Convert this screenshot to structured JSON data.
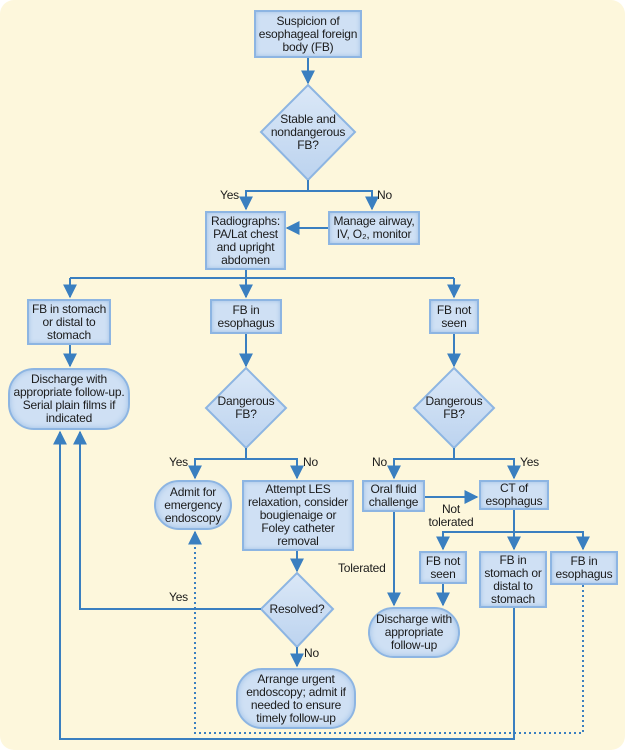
{
  "nodes": {
    "start": "Suspicion of esophageal foreign body (FB)",
    "stable_q": "Stable and nondangerous FB?",
    "radiographs": "Radiographs: PA/Lat chest and upright abdomen",
    "manage": "Manage airway, IV, O₂, monitor",
    "fb_stomach": "FB in stomach or distal to stomach",
    "fb_esophagus": "FB in esophagus",
    "fb_not_seen": "FB not seen",
    "discharge_serial": "Discharge with appropriate follow-up. Serial plain films if indicated",
    "dangerous_q1": "Dangerous FB?",
    "dangerous_q2": "Dangerous FB?",
    "admit": "Admit for emergency endoscopy",
    "attempt_les": "Attempt LES relaxation, consider bougienaige or Foley catheter removal",
    "oral_fluid": "Oral fluid challenge",
    "ct": "CT of esophagus",
    "ct_not_seen": "FB not seen",
    "ct_stomach": "FB in stomach or distal to stomach",
    "ct_esophagus": "FB in esophagus",
    "discharge2": "Discharge with appropriate follow-up",
    "resolved_q": "Resolved?",
    "arrange": "Arrange urgent endoscopy; admit if needed to ensure timely follow-up"
  },
  "labels": {
    "yes1": "Yes",
    "no1": "No",
    "yes2": "Yes",
    "no2": "No",
    "no3": "No",
    "yes3": "Yes",
    "not_tolerated": "Not tolerated",
    "tolerated": "Tolerated",
    "resolved_yes": "Yes",
    "resolved_no": "No"
  },
  "colors": {
    "background": "#fdf7dc",
    "line": "#3a7fc0",
    "node_fill": "#cfe0f4",
    "node_border": "#8db5e2"
  }
}
